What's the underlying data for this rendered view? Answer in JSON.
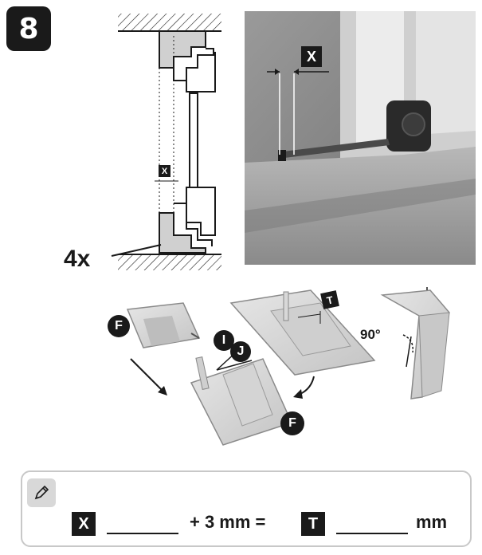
{
  "step": {
    "number": "8"
  },
  "section_view": {
    "dimension_label": "X",
    "count_label": "4x"
  },
  "photo": {
    "dimension_label": "X"
  },
  "gauge": {
    "label_F_left": "F",
    "label_F_right": "F",
    "label_I": "I",
    "label_J": "J",
    "label_T": "T",
    "angle_label": "90°"
  },
  "formula": {
    "x_label": "X",
    "plus_text": "+ 3 mm =",
    "t_label": "T",
    "unit_text": "mm"
  }
}
